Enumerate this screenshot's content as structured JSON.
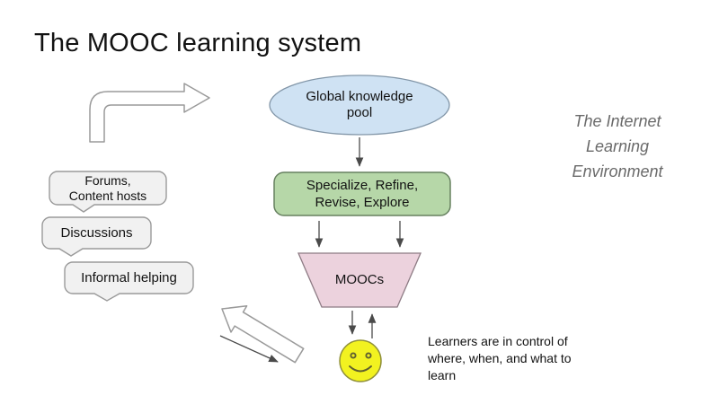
{
  "title": "The MOOC learning system",
  "nodes": {
    "global_pool": "Global knowledge\npool",
    "specialize": "Specialize, Refine,\nRevise, Explore",
    "moocs": "MOOCs"
  },
  "bubbles": [
    {
      "label": "Forums,\nContent hosts"
    },
    {
      "label": "Discussions"
    },
    {
      "label": "Informal helping"
    }
  ],
  "annotations": {
    "learners": "Learners are in control of\nwhere, when, and what to\nlearn",
    "environment": "The Internet\nLearning\nEnvironment"
  },
  "icons": {
    "bent-arrow-icon": "outlined elbow arrow pointing right",
    "block-arrow-icon": "outlined block arrow pointing up-left",
    "thin-arrow-icon": "thin line arrow pointing down-right",
    "smiley-icon": "yellow smiley face"
  },
  "colors": {
    "pool_fill": "#cfe2f3",
    "pool_stroke": "#8296a8",
    "specialize_fill": "#b6d7a8",
    "specialize_stroke": "#66805f",
    "moocs_fill": "#ecd2dd",
    "moocs_stroke": "#8d7b84",
    "smiley_fill": "#f2f220",
    "smiley_stroke": "#90903a",
    "bubble_fill": "#f1f1f1",
    "bubble_stroke": "#9a9a9a",
    "connector": "#4a4a4a",
    "outline_arrow_stroke": "#9a9a9a",
    "text_primary": "#121212",
    "text_muted": "#6a6a6a"
  }
}
